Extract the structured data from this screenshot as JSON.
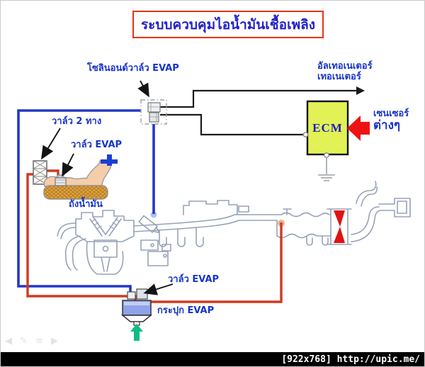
{
  "title": "ระบบควบคุมไอน้ำมันเชื้อเพลิง",
  "labels": {
    "solenoid_valve": "โซลินอนด์วาล์ว EVAP",
    "alternator_line1": "อัลเทอเนเตอร์",
    "alternator_line2": "เทอเนเตอร์",
    "sensors_line1": "เซนเซอร์",
    "sensors_line2": "ต่างๆ",
    "two_way_valve": "วาล์ว 2 ทาง",
    "tank_evap_valve": "วาล์ว EVAP",
    "fuel_tank": "ถังน้ำมัน",
    "canister_evap_valve": "วาล์ว EVAP",
    "evap_canister": "กระปุก EVAP"
  },
  "ecm": {
    "label": "ECM"
  },
  "watermark": "[922x768] http://upic.me/",
  "icons": {
    "back": "◀",
    "edit": "✎",
    "list": "≡",
    "forward": "▶"
  },
  "colors": {
    "title_border": "#e83313",
    "label_blue": "#1634cc",
    "ecm_fill": "#e2f155",
    "sensors_arrow_red": "#ee1312",
    "pipe_blue": "#2337c8",
    "pipe_red": "#ce3a22",
    "tank_body": "#f6cda9",
    "fuel_hatch": "#e2a440",
    "canister_fill": "#8fa3ea",
    "purge_arrow_green": "#0cbe82",
    "engine_outline": "#97a2b8",
    "bottom_bar": "#000000"
  }
}
